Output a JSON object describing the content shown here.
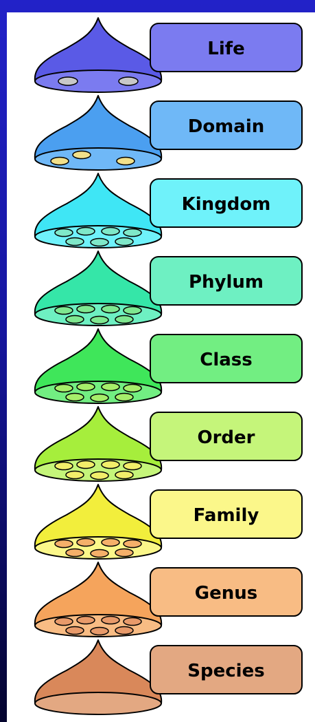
{
  "diagram": {
    "ranks": [
      {
        "label": "Life",
        "bell_color": "#5a5ae6",
        "box_color": "#7b7bf0",
        "pod_color": "#c8c8c8",
        "pods": 2
      },
      {
        "label": "Domain",
        "bell_color": "#4b9ff0",
        "box_color": "#6fb8f7",
        "pod_color": "#f2e08a",
        "pods": 3
      },
      {
        "label": "Kingdom",
        "bell_color": "#3fe6f5",
        "box_color": "#6ff2fa",
        "pod_color": "#7fe8c9",
        "pods": 7
      },
      {
        "label": "Phylum",
        "bell_color": "#35e6a8",
        "box_color": "#6ef0c2",
        "pod_color": "#7fe890",
        "pods": 7
      },
      {
        "label": "Class",
        "bell_color": "#3fe65a",
        "box_color": "#72ee82",
        "pod_color": "#a6ee6a",
        "pods": 7
      },
      {
        "label": "Order",
        "bell_color": "#a6ee3c",
        "box_color": "#c5f57a",
        "pod_color": "#f2ee6a",
        "pods": 7
      },
      {
        "label": "Family",
        "bell_color": "#f2ee3c",
        "box_color": "#fbf78a",
        "pod_color": "#f5b06a",
        "pods": 7
      },
      {
        "label": "Genus",
        "bell_color": "#f5a45c",
        "box_color": "#f8bc84",
        "pod_color": "#e89a6a",
        "pods": 7
      },
      {
        "label": "Species",
        "bell_color": "#d9885a",
        "box_color": "#e3a882",
        "pod_color": "#e8b08a",
        "pods": 0
      }
    ]
  }
}
